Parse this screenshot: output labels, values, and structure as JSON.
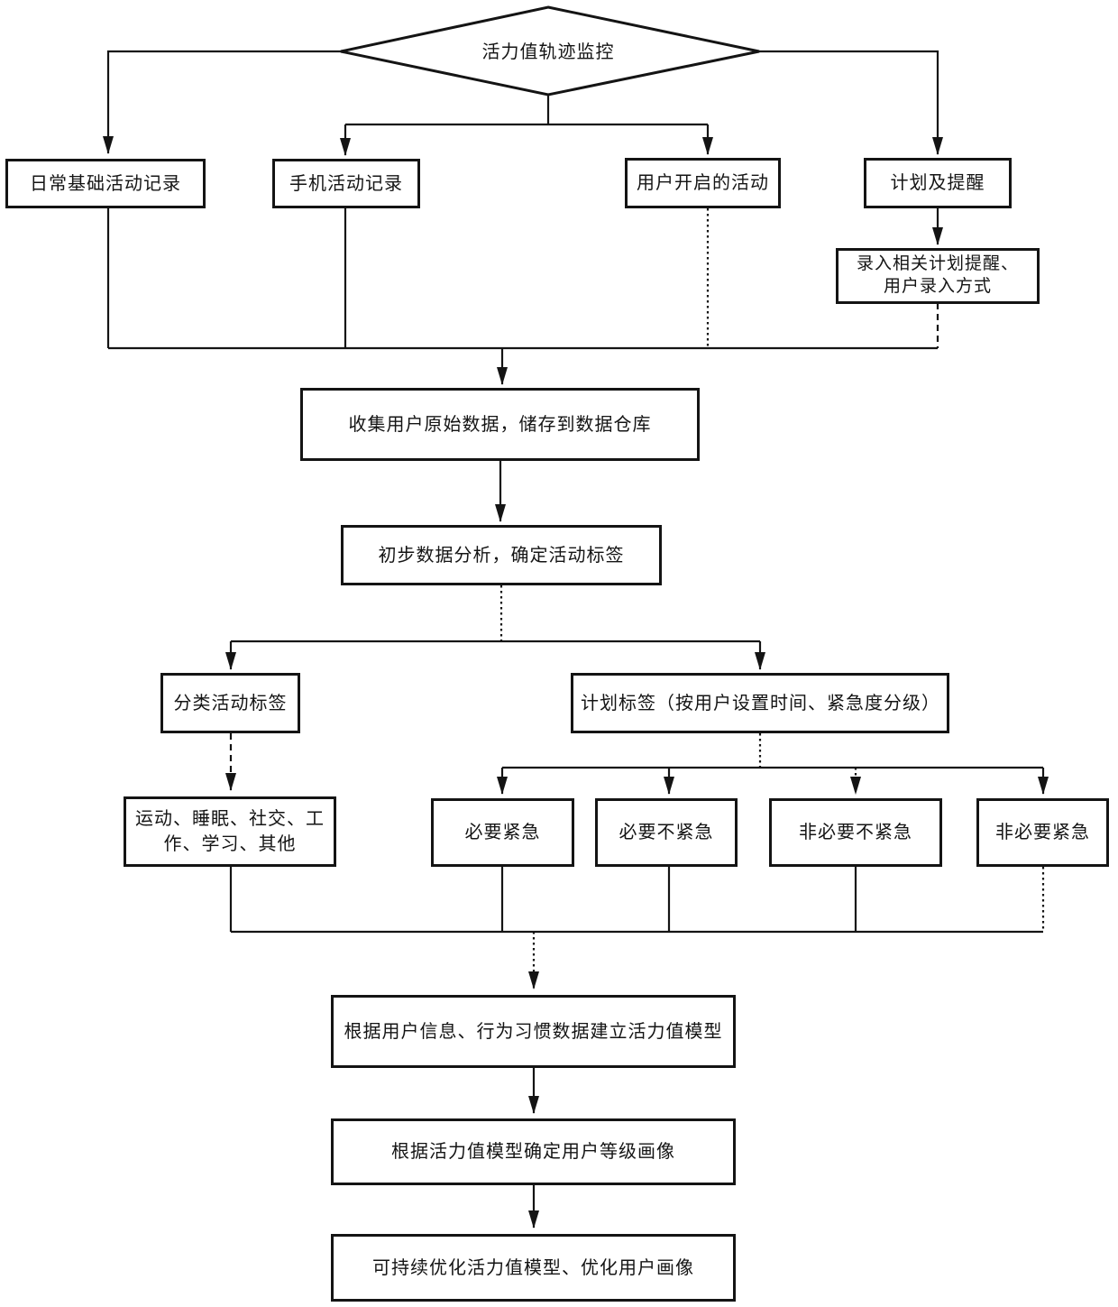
{
  "diagram": {
    "nodes": {
      "monitor": "活力值轨迹监控",
      "daily_record": "日常基础活动记录",
      "phone_record": "手机活动记录",
      "user_started": "用户开启的活动",
      "plan_reminder": "计划及提醒",
      "plan_entry": "录入相关计划提醒、\n用户录入方式",
      "collect": "收集用户原始数据，储存到数据仓库",
      "analyze": "初步数据分析，确定活动标签",
      "classify": "分类活动标签",
      "plan_label": "计划标签（按用户设置时间、紧急度分级）",
      "categories": "运动、睡眠、社交、工作、学习、其他",
      "necessary_urgent": "必要紧急",
      "necessary_not_urgent": "必要不紧急",
      "unnecessary_not_urgent": "非必要不紧急",
      "unnecessary_urgent": "非必要紧急",
      "build_model": "根据用户信息、行为习惯数据建立活力值模型",
      "grade_profile": "根据活力值模型确定用户等级画像",
      "optimize": "可持续优化活力值模型、优化用户画像"
    }
  }
}
